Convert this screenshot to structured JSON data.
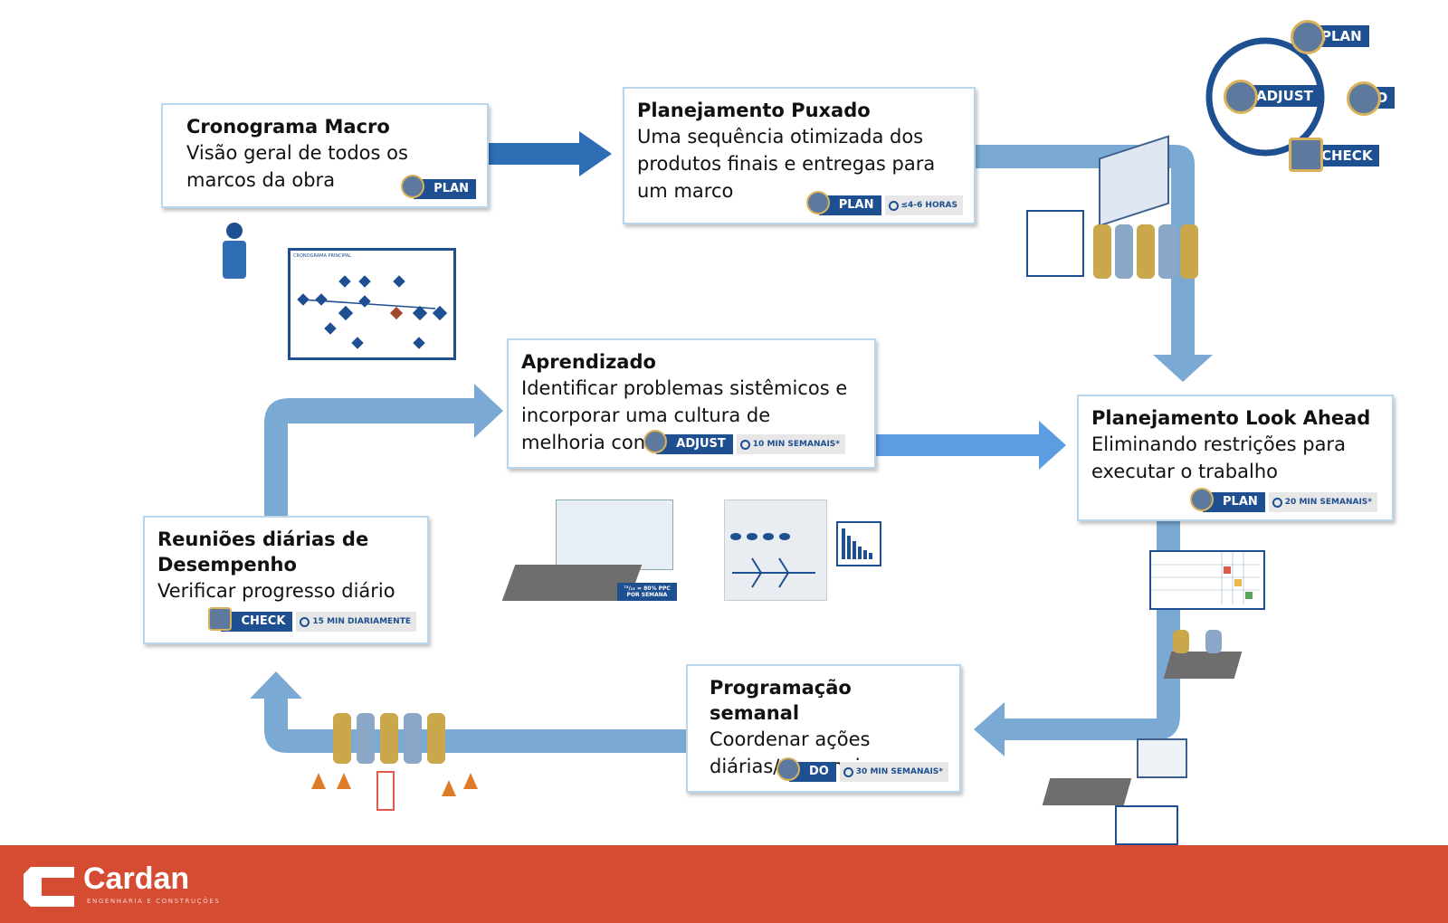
{
  "boxes": {
    "cronograma": {
      "title": "Cronograma Macro",
      "desc": "Visão geral de todos os marcos da obra",
      "phase": "PLAN"
    },
    "puxado": {
      "title": "Planejamento Puxado",
      "desc": "Uma sequência otimizada dos produtos finais e entregas para um marco",
      "phase": "PLAN",
      "duration": "≤4-6 HORAS"
    },
    "aprendizado": {
      "title": "Aprendizado",
      "desc": "Identificar problemas sistêmicos e incorporar uma cultura de melhoria contínua",
      "phase": "ADJUST",
      "duration": "10 MIN SEMANAIS*"
    },
    "lookahead": {
      "title": "Planejamento Look Ahead",
      "desc": "Eliminando restrições para executar o trabalho",
      "phase": "PLAN",
      "duration": "20 MIN SEMANAIS*"
    },
    "reunioes": {
      "title": "Reuniões diárias de Desempenho",
      "desc": "Verificar progresso diário",
      "phase": "CHECK",
      "duration": "15 MIN DIARIAMENTE"
    },
    "programacao": {
      "title": "Programação semanal",
      "desc": "Coordenar ações diárias/semanais",
      "phase": "DO",
      "duration": "30 MIN SEMANAIS*"
    }
  },
  "cycle": {
    "plan": "PLAN",
    "do": "DO",
    "check": "CHECK",
    "adjust": "ADJUST"
  },
  "illustrations": {
    "cronograma_chart_title": "CRONOGRAMA PRINCIPAL",
    "ppc_label": "⁷²/₁₅ = 80% PPC POR SEMANA"
  },
  "brand": {
    "name": "Cardan",
    "tagline": "ENGENHARIA E CONSTRUÇÕES"
  },
  "colors": {
    "arrow": "#7aaad3",
    "arrow_dark": "#2f6db5",
    "phase": "#1d4f91",
    "footer": "#d54c32"
  }
}
